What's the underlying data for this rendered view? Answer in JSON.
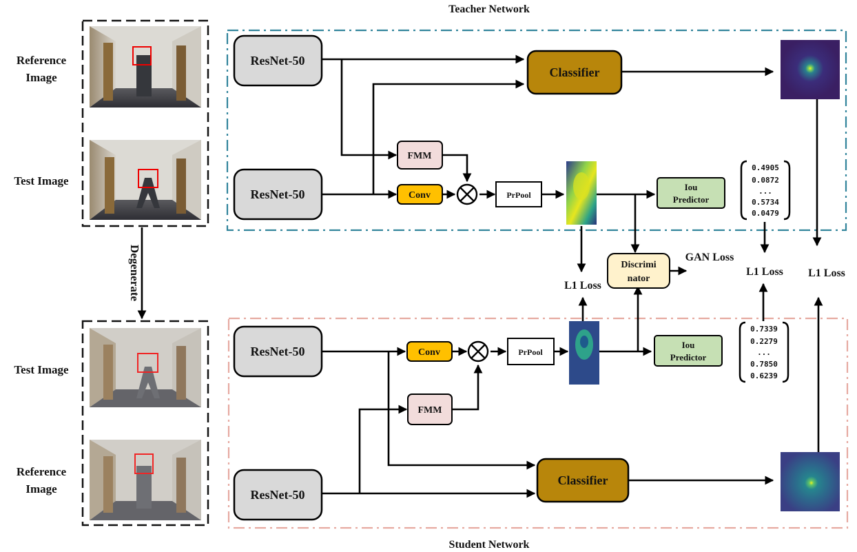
{
  "titles": {
    "teacher": "Teacher Network",
    "student": "Student Network"
  },
  "images": {
    "ref_top": [
      "Reference",
      "Image"
    ],
    "test_top": "Test Image",
    "test_bottom": "Test Image",
    "ref_bottom": [
      "Reference",
      "Image"
    ],
    "degenerate": "Degenerate"
  },
  "blocks": {
    "resnet": "ResNet-50",
    "classifier": "Classifier",
    "fmm": "FMM",
    "conv": "Conv",
    "prpool": "PrPool",
    "iou": [
      "Iou",
      "Predictor"
    ],
    "discriminator": [
      "Discrimi",
      "nator"
    ]
  },
  "losses": {
    "gan": "GAN Loss",
    "l1": "L1 Loss"
  },
  "values": {
    "teacher": [
      "0.4905",
      "0.0872",
      "...",
      "0.5734",
      "0.0479"
    ],
    "student": [
      "0.7339",
      "0.2279",
      "...",
      "0.7850",
      "0.6239"
    ]
  },
  "colors": {
    "resnet": "#d9d9d9",
    "classifier": "#b8860b",
    "fmm": "#f2dcdb",
    "conv": "#ffc000",
    "prpool": "#ffffff",
    "iou": "#c6e0b4",
    "discriminator": "#fff2cc",
    "teacher_border": "#31849b",
    "student_border": "#e6a9a0"
  }
}
